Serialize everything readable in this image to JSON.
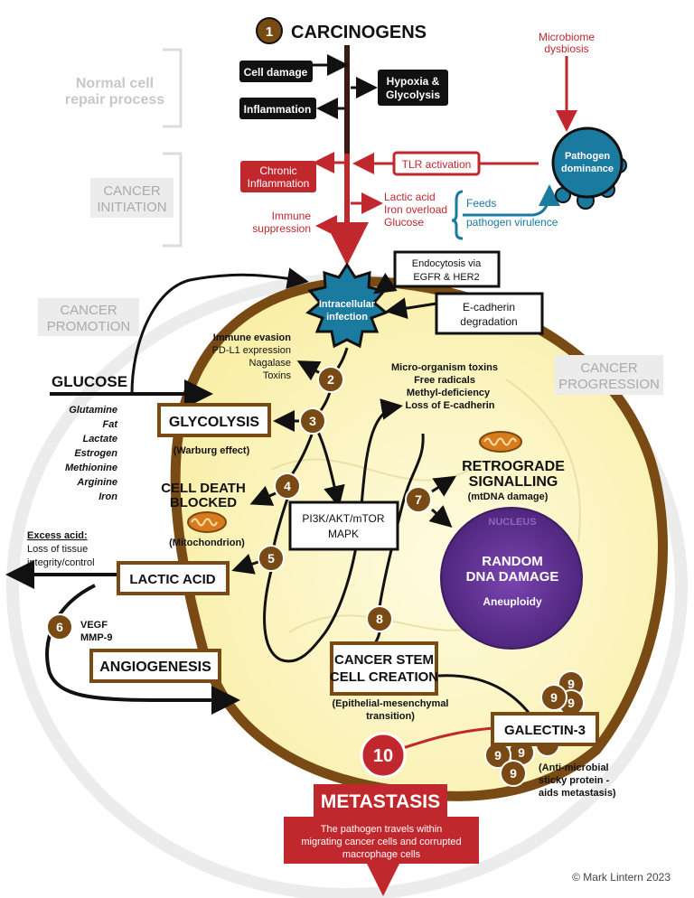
{
  "title": "CARCINOGENS",
  "stages": {
    "normal": [
      "Normal cell",
      "repair process"
    ],
    "initiation": [
      "CANCER",
      "INITIATION"
    ],
    "promotion": [
      "CANCER",
      "PROMOTION"
    ],
    "progression": [
      "CANCER",
      "PROGRESSION"
    ]
  },
  "top": {
    "cell_damage": "Cell damage",
    "hypoxia": [
      "Hypoxia &",
      "Glycolysis"
    ],
    "inflammation": "Inflammation",
    "microbiome": [
      "Microbiome",
      "dysbiosis"
    ],
    "pathogen": [
      "Pathogen",
      "dominance"
    ],
    "tlr": "TLR activation",
    "chronic": [
      "Chronic",
      "Inflammation"
    ],
    "lactic_list": [
      "Lactic acid",
      "Iron overload",
      "Glucose"
    ],
    "feeds": "Feeds",
    "virulence": "pathogen virulence",
    "immune_supp": [
      "Immune",
      "suppression"
    ]
  },
  "cell": {
    "infection": [
      "Intracellular",
      "infection"
    ],
    "endocytosis": [
      "Endocytosis via",
      "EGFR & HER2"
    ],
    "ecadherin": [
      "E-cadherin",
      "degradation"
    ],
    "evasion": [
      "Immune evasion",
      "PD-L1 expression",
      "Nagalase",
      "Toxins"
    ],
    "glucose": "GLUCOSE",
    "nutrients": [
      "Glutamine",
      "Fat",
      "Lactate",
      "Estrogen",
      "Methionine",
      "Arginine",
      "Iron"
    ],
    "glycolysis": "GLYCOLYSIS",
    "warburg": "(Warburg effect)",
    "micro": [
      "Micro-organism toxins",
      "Free radicals",
      "Methyl-deficiency",
      "Loss of E-cadherin"
    ],
    "retrograde": [
      "RETROGRADE",
      "SIGNALLING"
    ],
    "mtdna": "(mtDNA damage)",
    "celldeath": [
      "CELL DEATH",
      "BLOCKED"
    ],
    "mitochondrion": "(Mitochondrion)",
    "pi3k": [
      "PI3K/AKT/mTOR",
      "MAPK"
    ],
    "nucleus": "NUCLEUS",
    "dna": [
      "RANDOM",
      "DNA DAMAGE"
    ],
    "aneuploidy": "Aneuploidy",
    "excess": "Excess acid:",
    "loss": [
      "Loss of tissue",
      "integrity/control"
    ],
    "lactic": "LACTIC ACID",
    "vegf": [
      "VEGF",
      "MMP-9"
    ],
    "angiogenesis": "ANGIOGENESIS",
    "stem": [
      "CANCER STEM",
      "CELL CREATION"
    ],
    "emt": [
      "(Epithelial-mesenchymal",
      "transition)"
    ],
    "galectin": "GALECTIN-3",
    "sticky": [
      "(Anti-microbial",
      "sticky protein -",
      "aids metastasis)"
    ]
  },
  "metastasis": {
    "label": "METASTASIS",
    "desc": [
      "The pathogen travels within",
      "migrating cancer cells and corrupted",
      "macrophage cells"
    ]
  },
  "numbers": {
    "n1": "1",
    "n2": "2",
    "n3": "3",
    "n4": "4",
    "n5": "5",
    "n6": "6",
    "n7": "7",
    "n8": "8",
    "n9": "9",
    "n10": "10"
  },
  "copyright": "© Mark Lintern 2023",
  "colors": {
    "brown": "#7a4a14",
    "red": "#c0282e",
    "blue": "#1b7aa0",
    "purple": "#5a2d8c",
    "cell": "#fdf6c6",
    "dark": "#111111"
  }
}
